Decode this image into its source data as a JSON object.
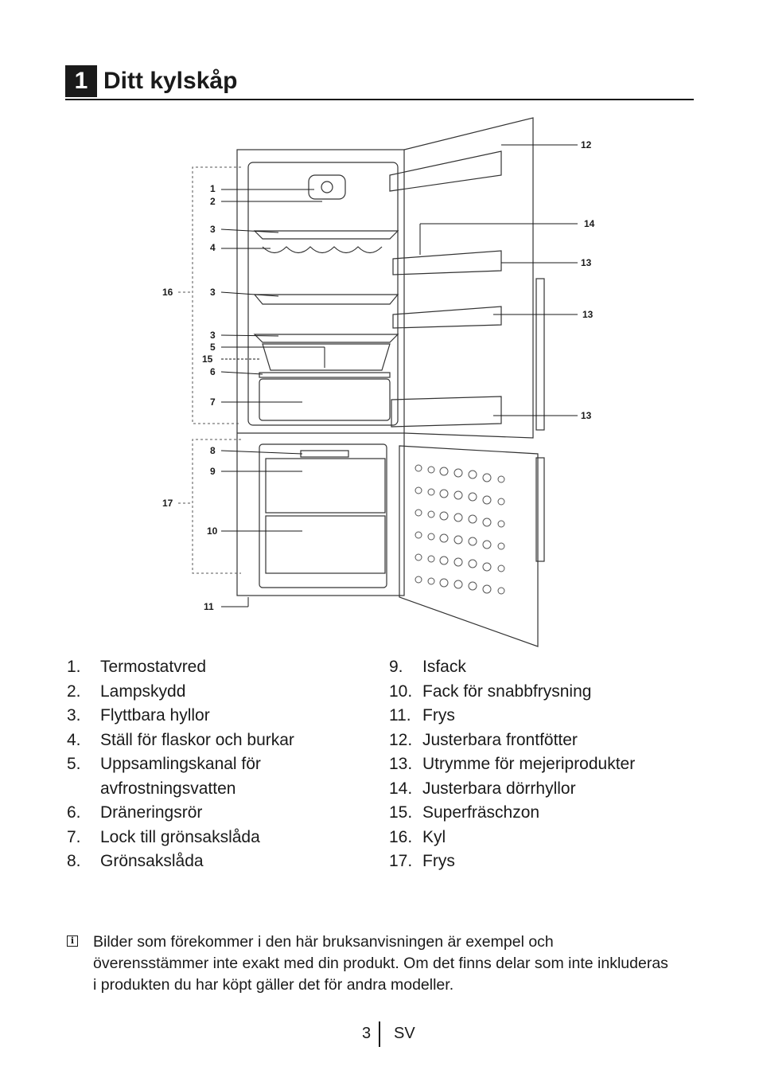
{
  "section": {
    "number": "1",
    "title": "Ditt kylskåp"
  },
  "diagram_labels": {
    "l1": "1",
    "l2": "2",
    "l3a": "3",
    "l4": "4",
    "l16": "16",
    "l3b": "3",
    "l3c": "3",
    "l5": "5",
    "l15": "15",
    "l6": "6",
    "l7": "7",
    "l8": "8",
    "l9": "9",
    "l17": "17",
    "l10": "10",
    "l11": "11",
    "l12": "12",
    "l14": "14",
    "l13a": "13",
    "l13b": "13",
    "l13c": "13"
  },
  "parts_left": [
    {
      "n": "1.",
      "label": "Termostatvred"
    },
    {
      "n": "2.",
      "label": "Lampskydd"
    },
    {
      "n": "3.",
      "label": "Flyttbara hyllor"
    },
    {
      "n": "4.",
      "label": "Ställ för flaskor och burkar"
    },
    {
      "n": "5.",
      "label": "Uppsamlingskanal för avfrostningsvatten"
    },
    {
      "n": "6.",
      "label": "Dräneringsrör"
    },
    {
      "n": "7.",
      "label": "Lock till grönsakslåda"
    },
    {
      "n": "8.",
      "label": "Grönsakslåda"
    }
  ],
  "parts_right": [
    {
      "n": "9.",
      "label": "Isfack"
    },
    {
      "n": "10.",
      "label": "Fack för snabbfrysning"
    },
    {
      "n": "11.",
      "label": "Frys"
    },
    {
      "n": "12.",
      "label": "Justerbara frontfötter"
    },
    {
      "n": "13.",
      "label": "Utrymme för mejeriprodukter"
    },
    {
      "n": "14.",
      "label": "Justerbara dörrhyllor"
    },
    {
      "n": "15.",
      "label": "Superfräschzon"
    },
    {
      "n": "16.",
      "label": "Kyl"
    },
    {
      "n": "17.",
      "label": "Frys"
    }
  ],
  "note": {
    "icon": "info-icon",
    "text": "Bilder som förekommer i den här bruksanvisningen är exempel och överensstämmer inte exakt med din produkt. Om det finns delar som inte inkluderas i produkten du har köpt gäller det för andra modeller."
  },
  "footer": {
    "page": "3",
    "lang": "SV"
  }
}
